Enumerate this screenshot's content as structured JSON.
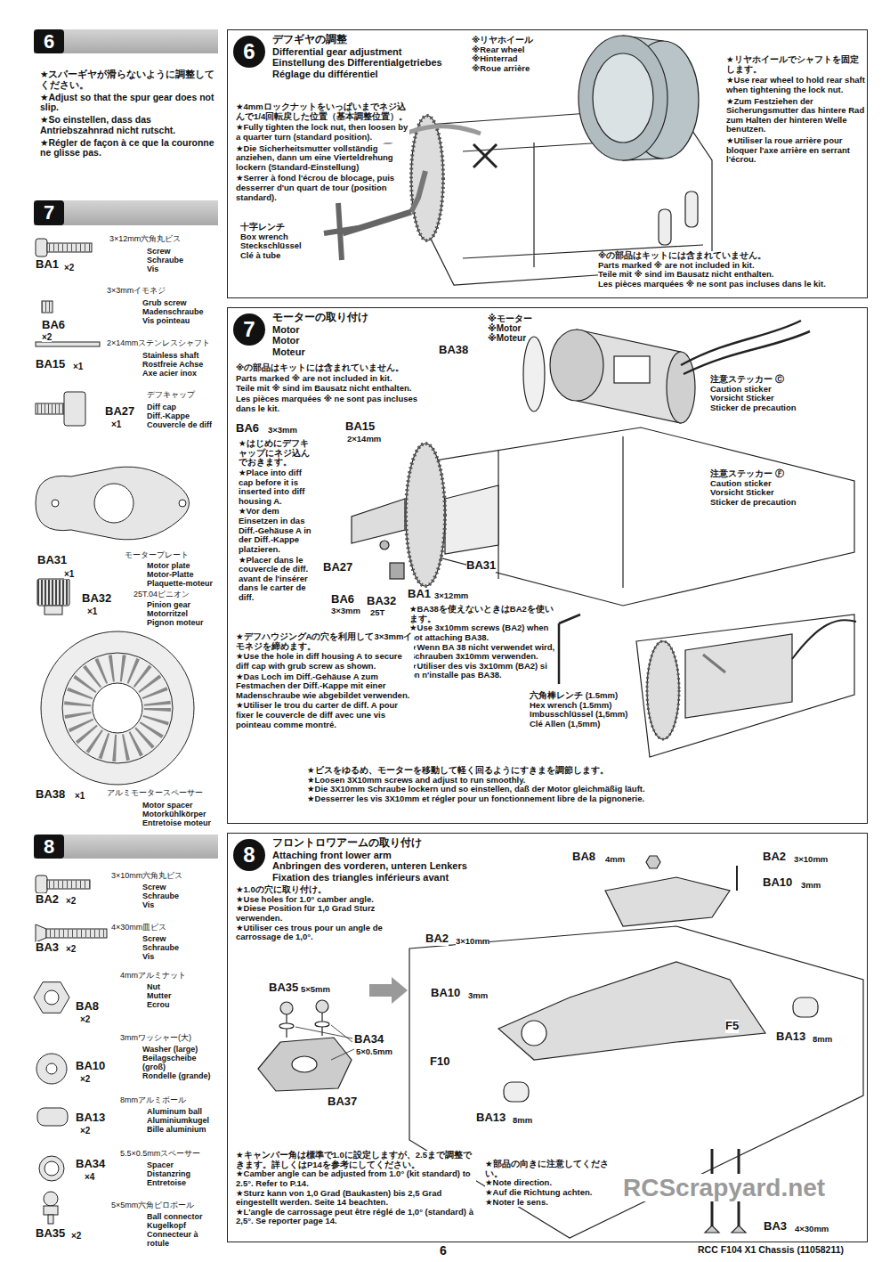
{
  "diagram": {
    "nodes": [
      {
        "text": [
          "6"
        ]
      },
      {
        "text": [
          "デフギヤの調整",
          "Differential gear adjustment",
          "Einstellung des Differentialgetriebes",
          "Réglage du différentiel"
        ]
      },
      {
        "text": [
          "6"
        ],
        "in": 1
      },
      {
        "text": [
          "7"
        ]
      },
      {
        "text": [
          "モーターの取り付け",
          "Motor",
          "Motor",
          "Moteur"
        ]
      },
      {
        "text": [
          "7"
        ],
        "in": 4
      },
      {
        "text": [
          "8"
        ]
      },
      {
        "text": [
          "フロントロワアームの取り付け",
          "Attaching front lower arm",
          "Anbringen des vorderen, unteren Lenkers",
          "Fixation des triangles inférieurs avant"
        ]
      },
      {
        "text": [
          "8"
        ],
        "in": 7
      }
    ],
    "labels": [
      "★スパーギヤが滑らないように調整してください。",
      "★Adjust so that the spur gear does not slip.",
      "★So einstellen, dass das Antriebszahnrad nicht rutscht.",
      "★Régler de façon à ce que la couronne ne glisse pas.",
      "3×12mm六角丸ビス",
      "Screw",
      "Schraube",
      "Vis",
      "BA1",
      "×2",
      "3×3mmイモネジ",
      "Grub screw",
      "Madenschraube",
      "Vis pointeau",
      "BA6",
      "×2",
      "2×14mmステンレスシャフト",
      "Stainless shaft",
      "Rostfreie Achse",
      "Axe acier inox",
      "BA15",
      "×1",
      "デフキャップ",
      "Diff cap",
      "Diff.-Kappe",
      "Couvercle de diff",
      "BA27",
      "×1",
      "モータープレート",
      "Motor plate",
      "Motor-Platte",
      "Plaquette-moteur",
      "BA31",
      "×1",
      "25T.04ピニオン",
      "Pinion gear",
      "Motorritzel",
      "Pignon moteur",
      "BA32",
      "×1",
      "アルミモータースペーサー",
      "Motor spacer",
      "Motorkühlkörper",
      "Entretoise moteur",
      "BA38",
      "×1",
      "3×10mm六角丸ビス",
      "Screw",
      "Schraube",
      "Vis",
      "BA2",
      "×2",
      "4×30mm皿ビス",
      "Screw",
      "Schraube",
      "Vis",
      "BA3",
      "×2",
      "4mmアルミナット",
      "Nut",
      "Mutter",
      "Ecrou",
      "BA8",
      "×2",
      "3mmワッシャー(大)",
      "Washer (large)",
      "Beilagscheibe (groß)",
      "Rondelle (grande)",
      "BA10",
      "×2",
      "8mmアルミボール",
      "Aluminum ball",
      "Aluminiumkugel",
      "Bille aluminium",
      "BA13",
      "×2",
      "5.5×0.5mmスペーサー",
      "Spacer",
      "Distanzring",
      "Entretoise",
      "BA34",
      "×4",
      "5×5mm六角ピロボール",
      "Ball connector",
      "Kugelkopf",
      "Connecteur à rotule",
      "BA35",
      "×2",
      "★4mmロックナットをいっぱいまでネジ込んで1/4回転戻した位置（基本調整位置）。",
      "★Fully tighten the lock nut, then loosen by a quarter turn (standard position).",
      "★Die Sicherheitsmutter vollständig anziehen, dann um eine Vierteldrehung lockern (Standard-Einstellung)",
      "★Serrer à fond l'écrou de blocage, puis desserrer d'un quart de tour (position standard).",
      "十字レンチ",
      "Box wrench",
      "Steckschlüssel",
      "Clé à tube",
      "※リヤホイール",
      "※Rear wheel",
      "※Hinterrad",
      "※Roue arrière",
      "★リヤホイールでシャフトを固定します。",
      "★Use rear wheel to hold rear shaft when tightening the lock nut.",
      "★Zum Festziehen der Sicherungsmutter das hintere Rad zum Halten der hinteren Welle benutzen.",
      "★Utiliser la roue arrière pour bloquer l'axe arrière en serrant l'écrou.",
      "※の部品はキットには含まれていません。",
      "Parts marked ※ are not included in kit.",
      "Teile mit ※ sind im Bausatz nicht enthalten.",
      "Les pièces marquées ※ ne sont pas incluses dans le kit.",
      "※の部品はキットには含まれていません。",
      "Parts marked ※ are not included in kit.",
      "Teile mit ※ sind im Bausatz nicht enthalten.",
      "Les pièces marquées ※ ne sont pas incluses dans le kit.",
      "※モーター",
      "※Motor",
      "※Moteur",
      "BA38",
      "注意ステッカー Ⓒ",
      "Caution sticker",
      "Vorsicht Sticker",
      "Sticker de precaution",
      "注意ステッカー Ⓕ",
      "Caution sticker",
      "Vorsicht Sticker",
      "Sticker de precaution",
      "BA6",
      "3×3mm",
      "★はじめにデフキャップにネジ込んでおきます。",
      "★Place into diff cap before it is inserted into diff housing A.",
      "★Vor dem Einsetzen in das Diff.-Gehäuse A in der Diff.-Kappe platzieren.",
      "★Placer dans le couvercle de diff. avant de l'insérer dans le carter de diff.",
      "BA15",
      "2×14mm",
      "BA27",
      "BA6",
      "3×3mm",
      "BA32",
      "25T",
      "BA31",
      "BA1",
      "3×12mm",
      "★BA38を使えないときはBA2を使います。",
      "★Use 3x10mm screws (BA2) when not attaching BA38.",
      "★Wenn BA 38 nicht verwendet wird, Schrauben 3x10mm verwenden.",
      "★Utiliser des vis 3x10mm (BA2) si on n'installe pas BA38.",
      "★デフハウジングAの穴を利用して3×3mmイモネジを締めます。",
      "★Use the hole in diff housing A to secure diff cap with grub screw as shown.",
      "★Das Loch im Diff.-Gehäuse A zum Festmachen der Diff.-Kappe mit einer Madenschraube wie abgebildet verwenden.",
      "★Utiliser le trou du carter de diff. A pour fixer le couvercle de diff avec une vis pointeau comme montré.",
      "六角棒レンチ (1.5mm)",
      "Hex wrench (1.5mm)",
      "Imbusschlüssel (1,5mm)",
      "Clé Allen (1,5mm)",
      "★ビスをゆるめ、モーターを移動して軽く回るようにすきまを調節します。",
      "★Loosen 3X10mm screws and adjust to run smoothly.",
      "★Die 3X10mm Schraube lockern und so einstellen, daß der Motor gleichmäßig läuft.",
      "★Desserrer les vis 3X10mm et régler pour un fonctionnement libre de la pignonerie.",
      "★1.0の穴に取り付け。",
      "★Use holes for 1.0° camber angle.",
      "★Diese Position für 1,0 Grad Sturz verwenden.",
      "★Utiliser ces trous pour un angle de carrossage de 1,0°.",
      "BA35",
      "5×5mm",
      "BA34",
      "5×0.5mm",
      "BA37",
      "★キャンバー角は標準で1.0に設定しますが、2.5まで調整できます。詳しくはP14を参考にしてください。",
      "★Camber angle can be adjusted from 1.0° (kit standard) to 2.5°. Refer to P.14.",
      "★Sturz kann von 1,0 Grad (Baukasten) bis 2,5 Grad eingestellt werden. Seite 14 beachten.",
      "★L'angle de carrossage peut être réglé de 1,0° (standard) à 2,5°. Se reporter page 14.",
      "BA8",
      "4mm",
      "BA2",
      "3×10mm",
      "BA10",
      "3mm",
      "BA2",
      "3×10mm",
      "BA10",
      "3mm",
      "BA13",
      "8mm",
      "F5",
      "F10",
      "BA13",
      "8mm",
      "★部品の向きに注意してください。",
      "★Note direction.",
      "★Auf die Richtung achten.",
      "★Noter le sens.",
      "BA3",
      "4×30mm",
      "6",
      "RCC F104 X1 Chassis (11058211)",
      "RCScrapyard.net"
    ]
  }
}
